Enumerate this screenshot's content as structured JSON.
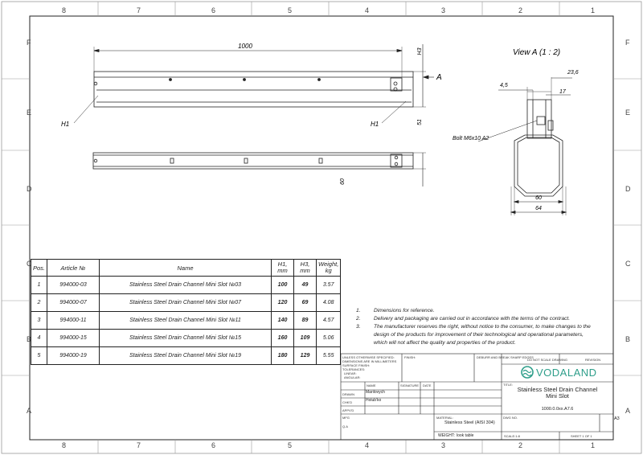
{
  "border": {
    "columns": [
      "8",
      "7",
      "6",
      "5",
      "4",
      "3",
      "2",
      "1"
    ],
    "rows": [
      "F",
      "E",
      "D",
      "C",
      "B",
      "A"
    ]
  },
  "side_view": {
    "dim_length": "1000",
    "dim_h3": "H3",
    "dim_h1_right": "51",
    "label_h1_left": "H1",
    "label_h1_right": "H1",
    "view_arrow": "A"
  },
  "top_view": {
    "dim_width": "60"
  },
  "section": {
    "title": "View A (1 : 2)",
    "dim_23_6": "23,6",
    "dim_4_5": "4,5",
    "dim_17": "17",
    "bolt": "Bolt M6x10 A2",
    "dim_60": "60",
    "dim_64": "64"
  },
  "table": {
    "headers": [
      "Pos.",
      "Article №",
      "Name",
      "H1,\nmm",
      "H3,\nmm",
      "Weight,\nkg"
    ],
    "rows": [
      [
        "1",
        "994000-03",
        "Stainless Steel Drain Channel Mini Slot №03",
        "100",
        "49",
        "3.57"
      ],
      [
        "2",
        "994000-07",
        "Stainless Steel Drain Channel Mini Slot №07",
        "120",
        "69",
        "4.08"
      ],
      [
        "3",
        "994000-11",
        "Stainless Steel Drain Channel Mini Slot №11",
        "140",
        "89",
        "4.57"
      ],
      [
        "4",
        "994000-15",
        "Stainless Steel Drain Channel Mini Slot №15",
        "160",
        "109",
        "5.06"
      ],
      [
        "5",
        "994000-19",
        "Stainless Steel Drain Channel Mini Slot №19",
        "180",
        "129",
        "5.55"
      ]
    ]
  },
  "notes": [
    {
      "num": "1.",
      "text": "Dimensions for reference."
    },
    {
      "num": "2.",
      "text": "Delivery and packaging are carried out in accordance with the terms of the contract."
    },
    {
      "num": "3.",
      "text": "The manufacturer reserves the right, without notice to the consumer, to make changes to the"
    },
    {
      "num": "",
      "text": "design of the products for improvement of their technological and operational parameters,"
    },
    {
      "num": "",
      "text": "which will not affect the quality and properties of the product."
    }
  ],
  "title_block": {
    "drawn_label": "DRAWN",
    "drawn_name": "Marilovych",
    "check_label": "CHK'D",
    "check_name": "Holub'ko",
    "brand": "VODALAND",
    "product_title": "Stainless Steel Drain Channel",
    "product_subtitle": "Mini Slot",
    "code": "1000.0.0xx.A7.6",
    "material_label": "MATERIAL:",
    "material": "Stainless Steel (AISI 304)",
    "weight_label": "WEIGHT:",
    "weight_value": "look table",
    "size": "A3",
    "scale_label": "SCALE:1:8",
    "sheet_label": "SHEET 1 OF 1",
    "dwg_label": "DWG NO.",
    "title_label": "TITLE:",
    "rev_label": "REVISION",
    "no_scale": "DO NOT SCALE DRAWING",
    "finish_label": "FINISH:",
    "deburr": "DEBURR AND BREAK SHARP EDGES",
    "name_label": "NAME",
    "signature_label": "SIGNATURE",
    "date_label": "DATE",
    "qa_label": "Q.A",
    "mfg_label": "MFG",
    "appvd_label": "APPV'D",
    "unless": "UNLESS OTHERWISE SPECIFIED:",
    "dims": "DIMENSIONS ARE IN MILLIMETERS",
    "surface": "SURFACE FINISH:",
    "tol": "TOLERANCES:",
    "linear": "LINEAR:",
    "angular": "ANGULAR:"
  },
  "colors": {
    "line": "#222222",
    "brand": "#2e9e8a"
  }
}
